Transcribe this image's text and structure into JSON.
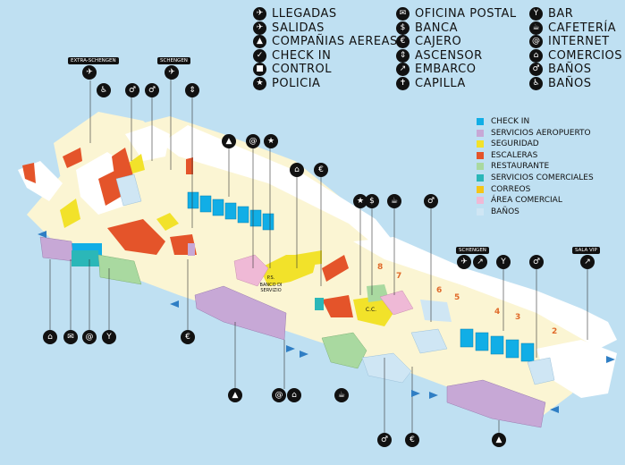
{
  "legend": [
    {
      "glyph": "✈",
      "label": "LLEGADAS",
      "col": 0,
      "row": 0
    },
    {
      "glyph": "✈",
      "label": "SALIDAS",
      "col": 0,
      "row": 1
    },
    {
      "glyph": "▲",
      "label": "COMPAÑIAS AEREAS",
      "col": 0,
      "row": 2
    },
    {
      "glyph": "✓",
      "label": "CHECK IN",
      "col": 0,
      "row": 3
    },
    {
      "glyph": "■",
      "label": "CONTROL",
      "col": 0,
      "row": 4
    },
    {
      "glyph": "★",
      "label": "POLICIA",
      "col": 0,
      "row": 5
    },
    {
      "glyph": "✉",
      "label": "OFICINA  POSTAL",
      "col": 1,
      "row": 0
    },
    {
      "glyph": "$",
      "label": "BANCA",
      "col": 1,
      "row": 1
    },
    {
      "glyph": "€",
      "label": "CAJERO",
      "col": 1,
      "row": 2
    },
    {
      "glyph": "⇕",
      "label": "ASCENSOR",
      "col": 1,
      "row": 3
    },
    {
      "glyph": "↗",
      "label": "EMBARCO",
      "col": 1,
      "row": 4
    },
    {
      "glyph": "✝",
      "label": "CAPILLA",
      "col": 1,
      "row": 5
    },
    {
      "glyph": "Y",
      "label": "BAR",
      "col": 2,
      "row": 0
    },
    {
      "glyph": "☕",
      "label": "CAFETERÍA",
      "col": 2,
      "row": 1
    },
    {
      "glyph": "@",
      "label": "INTERNET",
      "col": 2,
      "row": 2
    },
    {
      "glyph": "⌂",
      "label": "COMERCIOS",
      "col": 2,
      "row": 3
    },
    {
      "glyph": "♂",
      "label": "BAÑOS",
      "col": 2,
      "row": 4
    },
    {
      "glyph": "♿",
      "label": "BAÑOS",
      "col": 2,
      "row": 5
    }
  ],
  "color_key": [
    {
      "label": "CHECK IN",
      "color": "#11aee6"
    },
    {
      "label": "SERVICIOS AEROPUERTO",
      "color": "#c7a8d6"
    },
    {
      "label": "SEGURIDAD",
      "color": "#f2e22a"
    },
    {
      "label": "ESCALERAS",
      "color": "#e4542a"
    },
    {
      "label": "RESTAURANTE",
      "color": "#a9d9a0"
    },
    {
      "label": "SERVICIOS COMERCIALES",
      "color": "#2bb7b8"
    },
    {
      "label": "CORREOS",
      "color": "#f5c518"
    },
    {
      "label": "ÁREA  COMERCIAL",
      "color": "#efb9d6"
    },
    {
      "label": "BAÑOS",
      "color": "#cfe6f4"
    }
  ],
  "signs": {
    "extra_schengen": "EXTRA-SCHENGEN",
    "schengen_1": "SCHENGEN",
    "schengen_2": "SCHENGEN",
    "sala_vip": "SALA VIP"
  },
  "map_labels": {
    "ps": "P.S.",
    "banco": "BANCO DI SERVIZIO",
    "cc": "C.C."
  },
  "gates": [
    "8",
    "7",
    "6",
    "5",
    "4",
    "3",
    "2"
  ]
}
